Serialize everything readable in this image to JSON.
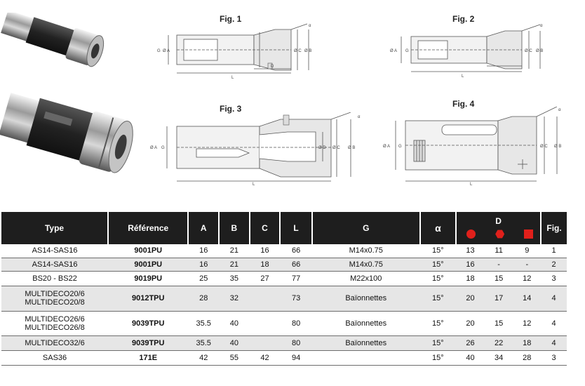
{
  "figures": {
    "fig1": "Fig. 1",
    "fig2": "Fig. 2",
    "fig3": "Fig. 3",
    "fig4": "Fig. 4"
  },
  "table": {
    "headers": {
      "type": "Type",
      "reference": "Référence",
      "a": "A",
      "b": "B",
      "c": "C",
      "l": "L",
      "g": "G",
      "alpha": "α",
      "d": "D",
      "fig": "Fig."
    },
    "shape_icons": [
      "circle-icon",
      "hexagon-icon",
      "square-icon"
    ],
    "accent_color": "#e0201b",
    "rows": [
      {
        "type": "AS14-SAS16",
        "reference": "9001PU",
        "a": "16",
        "b": "21",
        "c": "16",
        "l": "66",
        "g": "M14x0.75",
        "alpha": "15°",
        "d_round": "13",
        "d_hex": "11",
        "d_square": "9",
        "fig": "1"
      },
      {
        "type": "AS14-SAS16",
        "reference": "9001PU",
        "a": "16",
        "b": "21",
        "c": "18",
        "l": "66",
        "g": "M14x0.75",
        "alpha": "15°",
        "d_round": "16",
        "d_hex": "-",
        "d_square": "-",
        "fig": "2"
      },
      {
        "type": "BS20 - BS22",
        "reference": "9019PU",
        "a": "25",
        "b": "35",
        "c": "27",
        "l": "77",
        "g": "M22x100",
        "alpha": "15°",
        "d_round": "18",
        "d_hex": "15",
        "d_square": "12",
        "fig": "3"
      },
      {
        "type": "MULTIDECO20/6\nMULTIDECO20/8",
        "reference": "9012TPU",
        "a": "28",
        "b": "32",
        "c": "",
        "l": "73",
        "g": "Baïonnettes",
        "alpha": "15°",
        "d_round": "20",
        "d_hex": "17",
        "d_square": "14",
        "fig": "4"
      },
      {
        "type": "MULTIDECO26/6\nMULTIDECO26/8",
        "reference": "9039TPU",
        "a": "35.5",
        "b": "40",
        "c": "",
        "l": "80",
        "g": "Baïonnettes",
        "alpha": "15°",
        "d_round": "20",
        "d_hex": "15",
        "d_square": "12",
        "fig": "4"
      },
      {
        "type": "MULTIDECO32/6",
        "reference": "9039TPU",
        "a": "35.5",
        "b": "40",
        "c": "",
        "l": "80",
        "g": "Baïonnettes",
        "alpha": "15°",
        "d_round": "26",
        "d_hex": "22",
        "d_square": "18",
        "fig": "4"
      },
      {
        "type": "SAS36",
        "reference": "171E",
        "a": "42",
        "b": "55",
        "c": "42",
        "l": "94",
        "g": "",
        "alpha": "15°",
        "d_round": "40",
        "d_hex": "34",
        "d_square": "28",
        "fig": "3"
      }
    ]
  }
}
